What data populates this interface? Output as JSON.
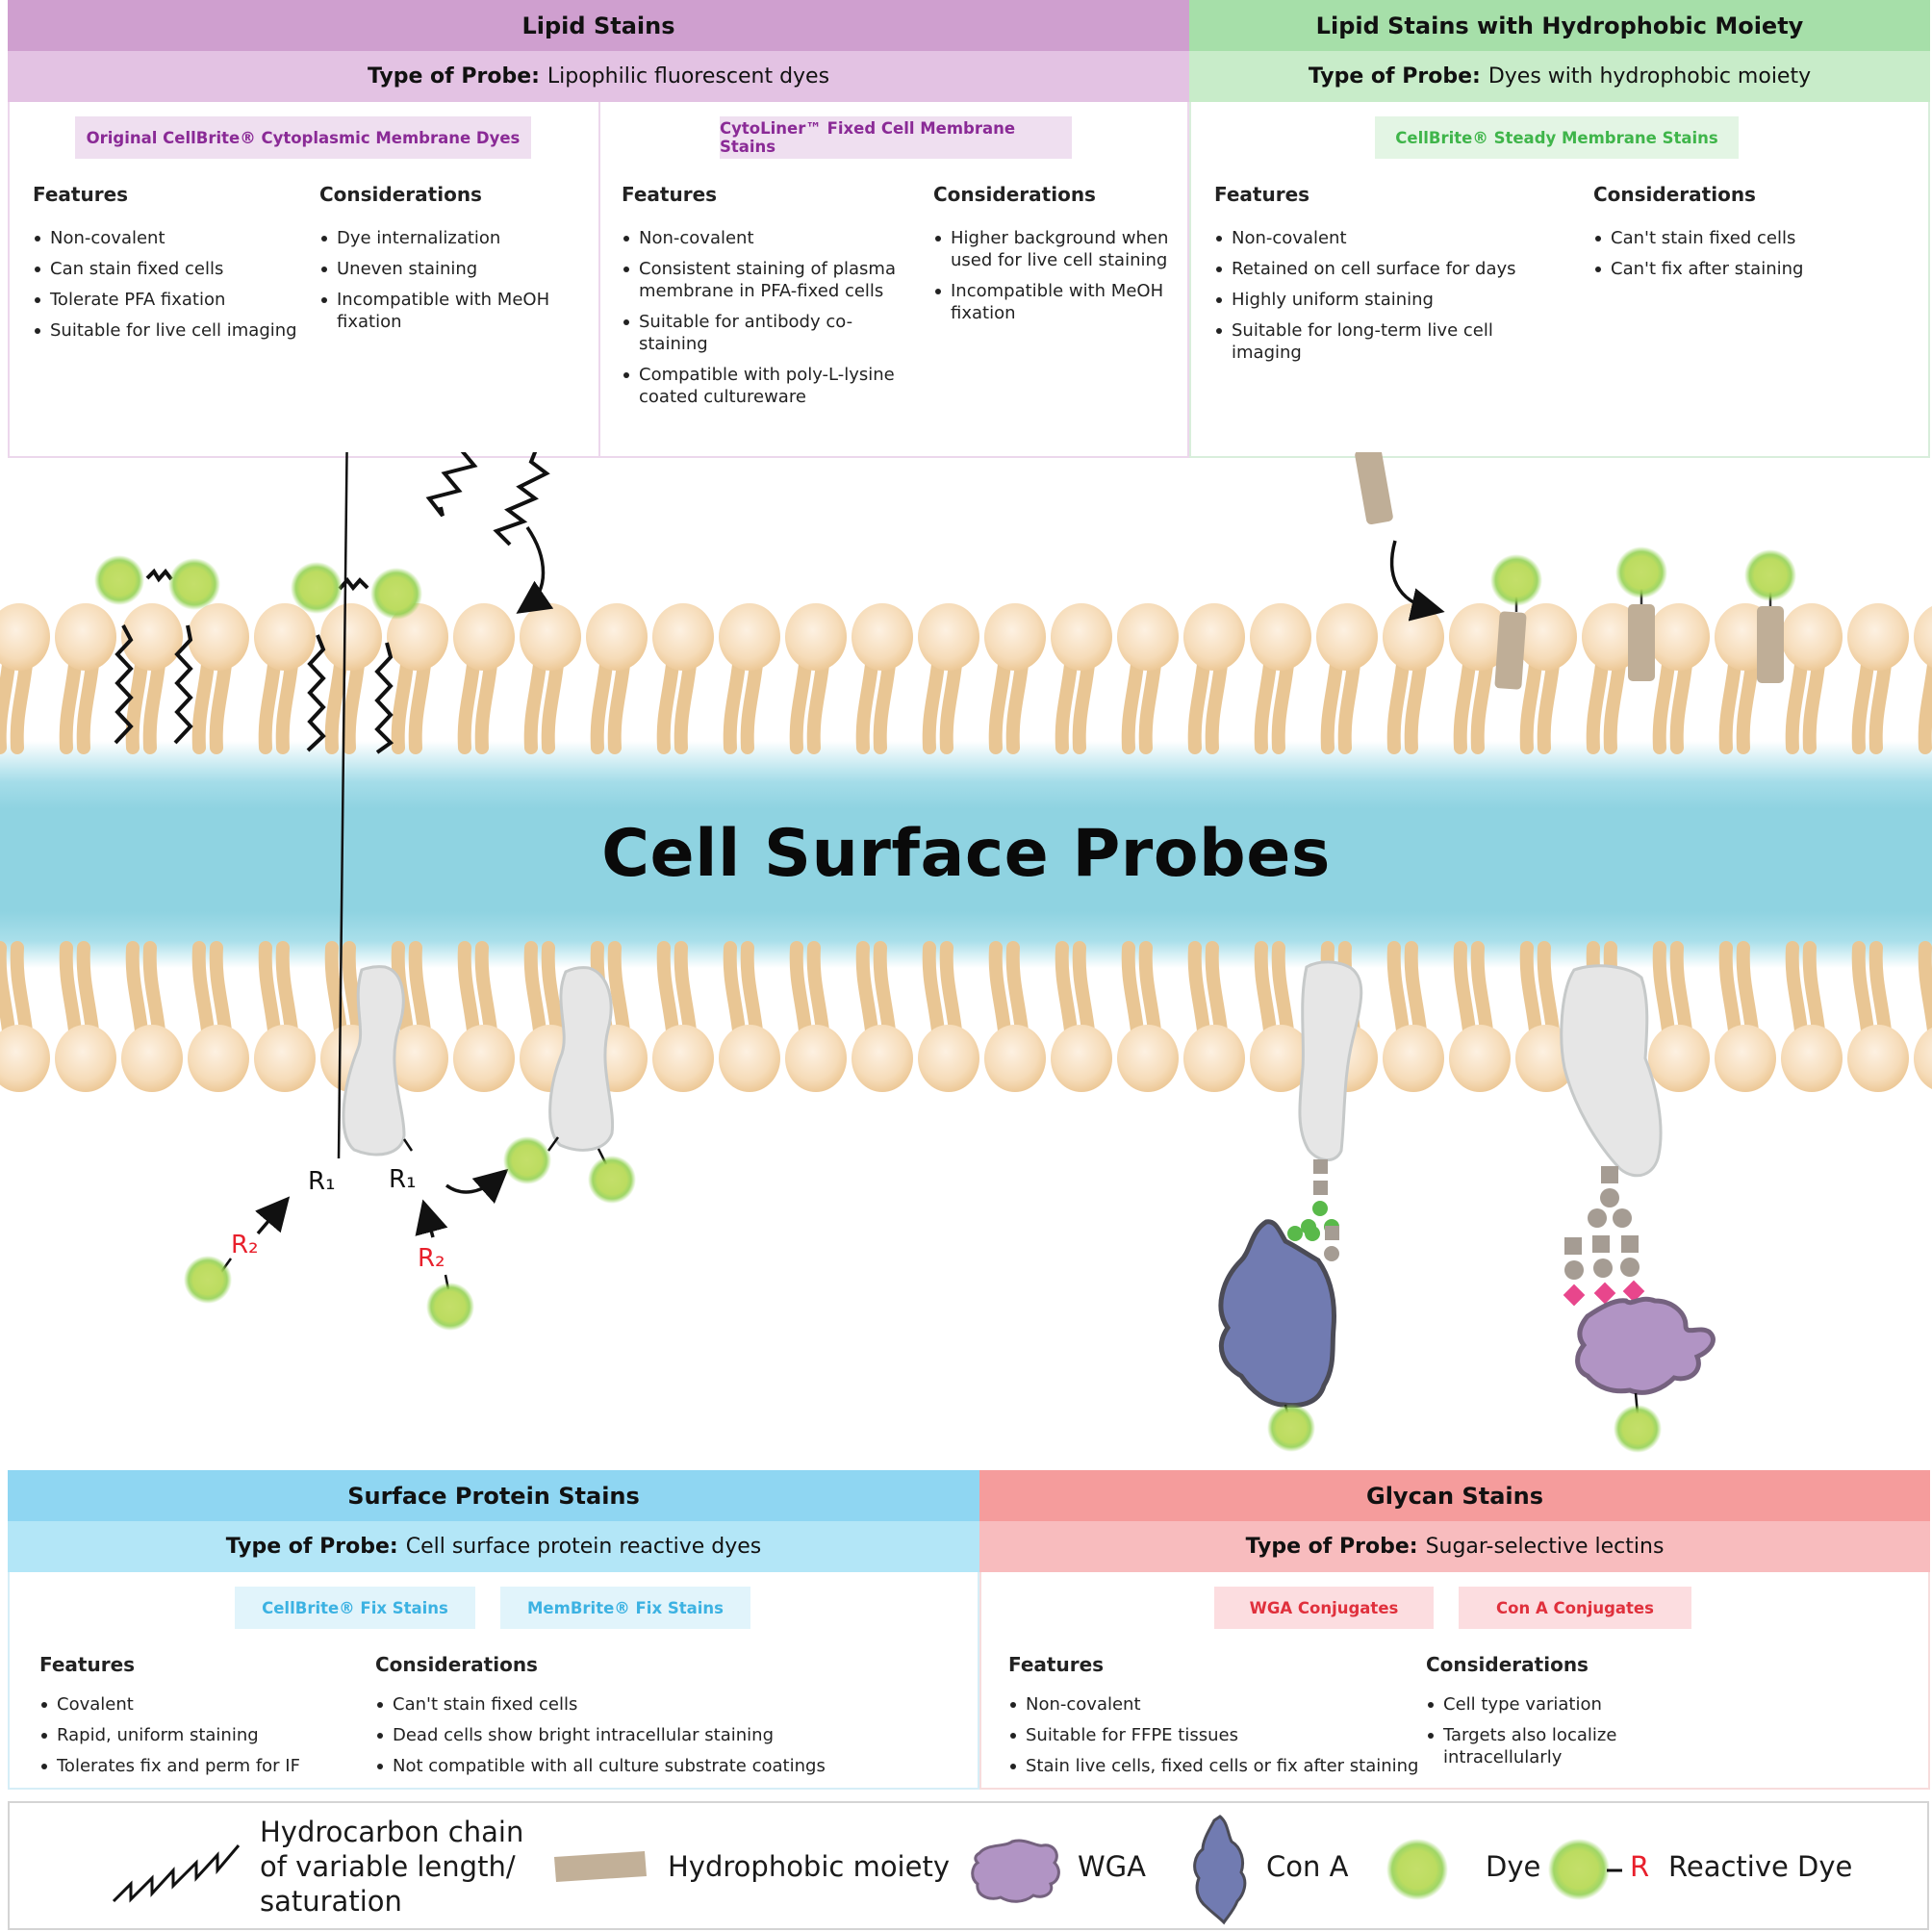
{
  "title": "Cell Surface Probes",
  "sections": {
    "lipid": {
      "title": "Lipid Stains",
      "probe_label": "Type of Probe:",
      "probe_value": "Lipophilic fluorescent dyes",
      "color": "#cf9fcf",
      "products": [
        {
          "name": "Original CellBrite® Cytoplasmic Membrane Dyes",
          "features_title": "Features",
          "features": [
            "Non-covalent",
            "Can stain fixed cells",
            "Tolerate PFA fixation",
            "Suitable for live cell imaging"
          ],
          "considerations_title": "Considerations",
          "considerations": [
            "Dye internalization",
            "Uneven staining",
            "Incompatible with MeOH fixation"
          ]
        },
        {
          "name": "CytoLiner™ Fixed Cell Membrane Stains",
          "features_title": "Features",
          "features": [
            "Non-covalent",
            "Consistent staining of plasma membrane in PFA-fixed cells",
            "Suitable for antibody co-staining",
            "Compatible with poly-L-lysine coated cultureware"
          ],
          "considerations_title": "Considerations",
          "considerations": [
            "Higher background when used for live cell staining",
            "Incompatible with MeOH fixation"
          ]
        }
      ]
    },
    "hydro": {
      "title": "Lipid Stains with Hydrophobic Moiety",
      "probe_label": "Type of Probe:",
      "probe_value": "Dyes with hydrophobic moiety",
      "color": "#a6dfa9",
      "products": [
        {
          "name": "CellBrite® Steady Membrane Stains",
          "features_title": "Features",
          "features": [
            "Non-covalent",
            "Retained on cell surface for days",
            "Highly uniform staining",
            "Suitable for long-term live cell imaging"
          ],
          "considerations_title": "Considerations",
          "considerations": [
            "Can't stain fixed cells",
            "Can't fix after staining"
          ]
        }
      ]
    },
    "protein": {
      "title": "Surface Protein Stains",
      "probe_label": "Type of Probe:",
      "probe_value": "Cell surface protein reactive dyes",
      "color": "#8fd6f2",
      "products": [
        "CellBrite® Fix Stains",
        "MemBrite® Fix Stains"
      ],
      "features_title": "Features",
      "features": [
        "Covalent",
        "Rapid, uniform staining",
        "Tolerates fix and perm for IF"
      ],
      "considerations_title": "Considerations",
      "considerations": [
        "Can't stain fixed cells",
        "Dead cells show bright intracellular staining",
        "Not compatible with all culture substrate coatings"
      ]
    },
    "glycan": {
      "title": "Glycan Stains",
      "probe_label": "Type of Probe:",
      "probe_value": "Sugar-selective lectins",
      "color": "#f59c9c",
      "products": [
        "WGA Conjugates",
        "Con A Conjugates"
      ],
      "features_title": "Features",
      "features": [
        "Non-covalent",
        "Suitable for FFPE tissues",
        "Stain live cells, fixed cells or fix after staining"
      ],
      "considerations_title": "Considerations",
      "considerations": [
        "Cell type variation",
        "Targets also localize intracellularly"
      ]
    }
  },
  "diagram_labels": {
    "r1": "R₁",
    "r2": "R₂"
  },
  "legend": [
    {
      "icon": "hydrocarbon-chain-icon",
      "label": "Hydrocarbon chain of variable length/ saturation"
    },
    {
      "icon": "hydrophobic-moiety-icon",
      "label": "Hydrophobic moiety"
    },
    {
      "icon": "wga-icon",
      "label": "WGA"
    },
    {
      "icon": "con-a-icon",
      "label": "Con A"
    },
    {
      "icon": "dye-icon",
      "label": "Dye"
    },
    {
      "icon": "reactive-dye-icon",
      "label": "Reactive Dye",
      "symbol": "R"
    }
  ],
  "colors": {
    "dye": "#b8dc5c",
    "lipid_head": "#f4d9b4",
    "lipid_tail": "#e9c694",
    "band": "#8fd3e1",
    "moiety": "#bfae97",
    "wga": "#b194c4",
    "con_a": "#717bb1",
    "reactive_red": "#e8202c",
    "glycan_pink": "#e8468c"
  }
}
